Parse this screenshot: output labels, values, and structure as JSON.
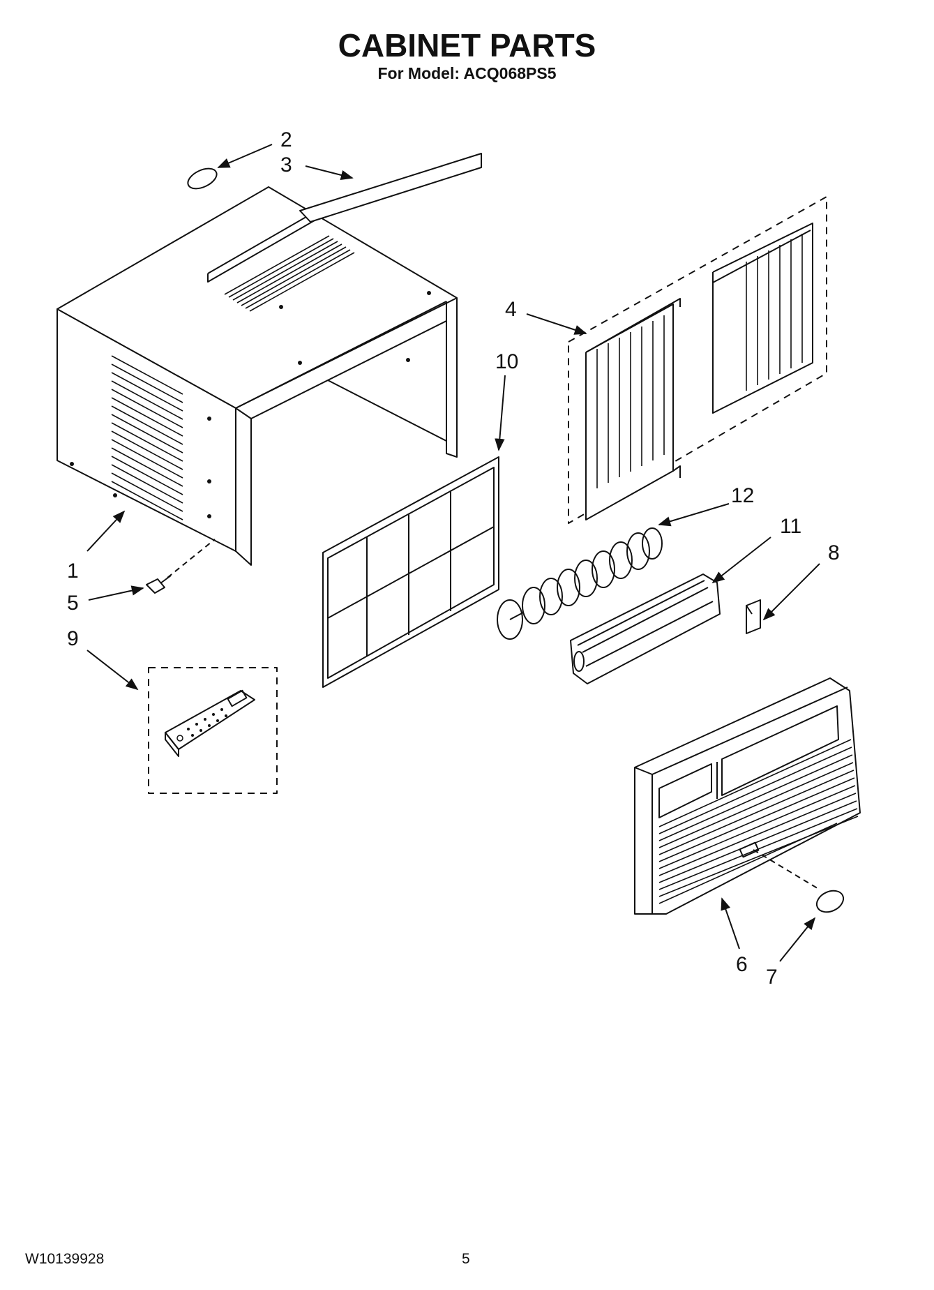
{
  "header": {
    "title": "CABINET PARTS",
    "subtitle": "For Model: ACQ068PS5"
  },
  "callouts": {
    "c1": "1",
    "c2": "2",
    "c3": "3",
    "c4": "4",
    "c5": "5",
    "c6": "6",
    "c7": "7",
    "c8": "8",
    "c9": "9",
    "c10": "10",
    "c11": "11",
    "c12": "12"
  },
  "footer": {
    "doc_number": "W10139928",
    "page_number": "5"
  }
}
